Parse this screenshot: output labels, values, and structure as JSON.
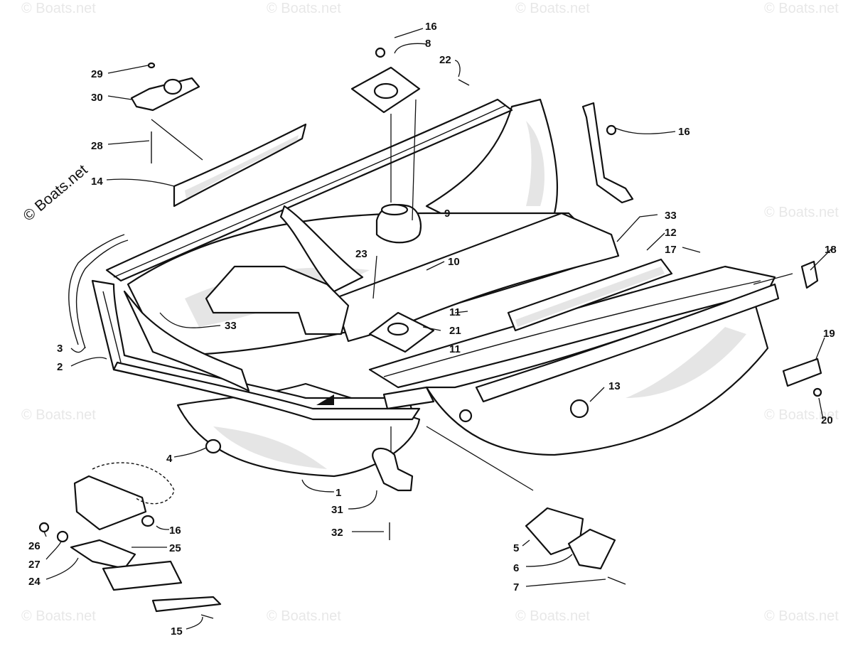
{
  "watermark": {
    "main": "© Boats.net",
    "repeat": "© Boats.net"
  },
  "callouts": [
    {
      "id": "c16a",
      "label": "16"
    },
    {
      "id": "c8",
      "label": "8"
    },
    {
      "id": "c22",
      "label": "22"
    },
    {
      "id": "c29",
      "label": "29"
    },
    {
      "id": "c30",
      "label": "30"
    },
    {
      "id": "c28",
      "label": "28"
    },
    {
      "id": "c14",
      "label": "14"
    },
    {
      "id": "c16b",
      "label": "16"
    },
    {
      "id": "c9",
      "label": "9"
    },
    {
      "id": "c33a",
      "label": "33"
    },
    {
      "id": "c12",
      "label": "12"
    },
    {
      "id": "c17",
      "label": "17"
    },
    {
      "id": "c18",
      "label": "18"
    },
    {
      "id": "c23",
      "label": "23"
    },
    {
      "id": "c10",
      "label": "10"
    },
    {
      "id": "c11a",
      "label": "11"
    },
    {
      "id": "c21",
      "label": "21"
    },
    {
      "id": "c11b",
      "label": "11"
    },
    {
      "id": "c33b",
      "label": "33"
    },
    {
      "id": "c3",
      "label": "3"
    },
    {
      "id": "c2",
      "label": "2"
    },
    {
      "id": "c19",
      "label": "19"
    },
    {
      "id": "c13",
      "label": "13"
    },
    {
      "id": "c20",
      "label": "20"
    },
    {
      "id": "c4",
      "label": "4"
    },
    {
      "id": "c1",
      "label": "1"
    },
    {
      "id": "c31",
      "label": "31"
    },
    {
      "id": "c32",
      "label": "32"
    },
    {
      "id": "c16c",
      "label": "16"
    },
    {
      "id": "c25",
      "label": "25"
    },
    {
      "id": "c26",
      "label": "26"
    },
    {
      "id": "c27",
      "label": "27"
    },
    {
      "id": "c24",
      "label": "24"
    },
    {
      "id": "c5",
      "label": "5"
    },
    {
      "id": "c6",
      "label": "6"
    },
    {
      "id": "c7",
      "label": "7"
    },
    {
      "id": "c15",
      "label": "15"
    }
  ]
}
